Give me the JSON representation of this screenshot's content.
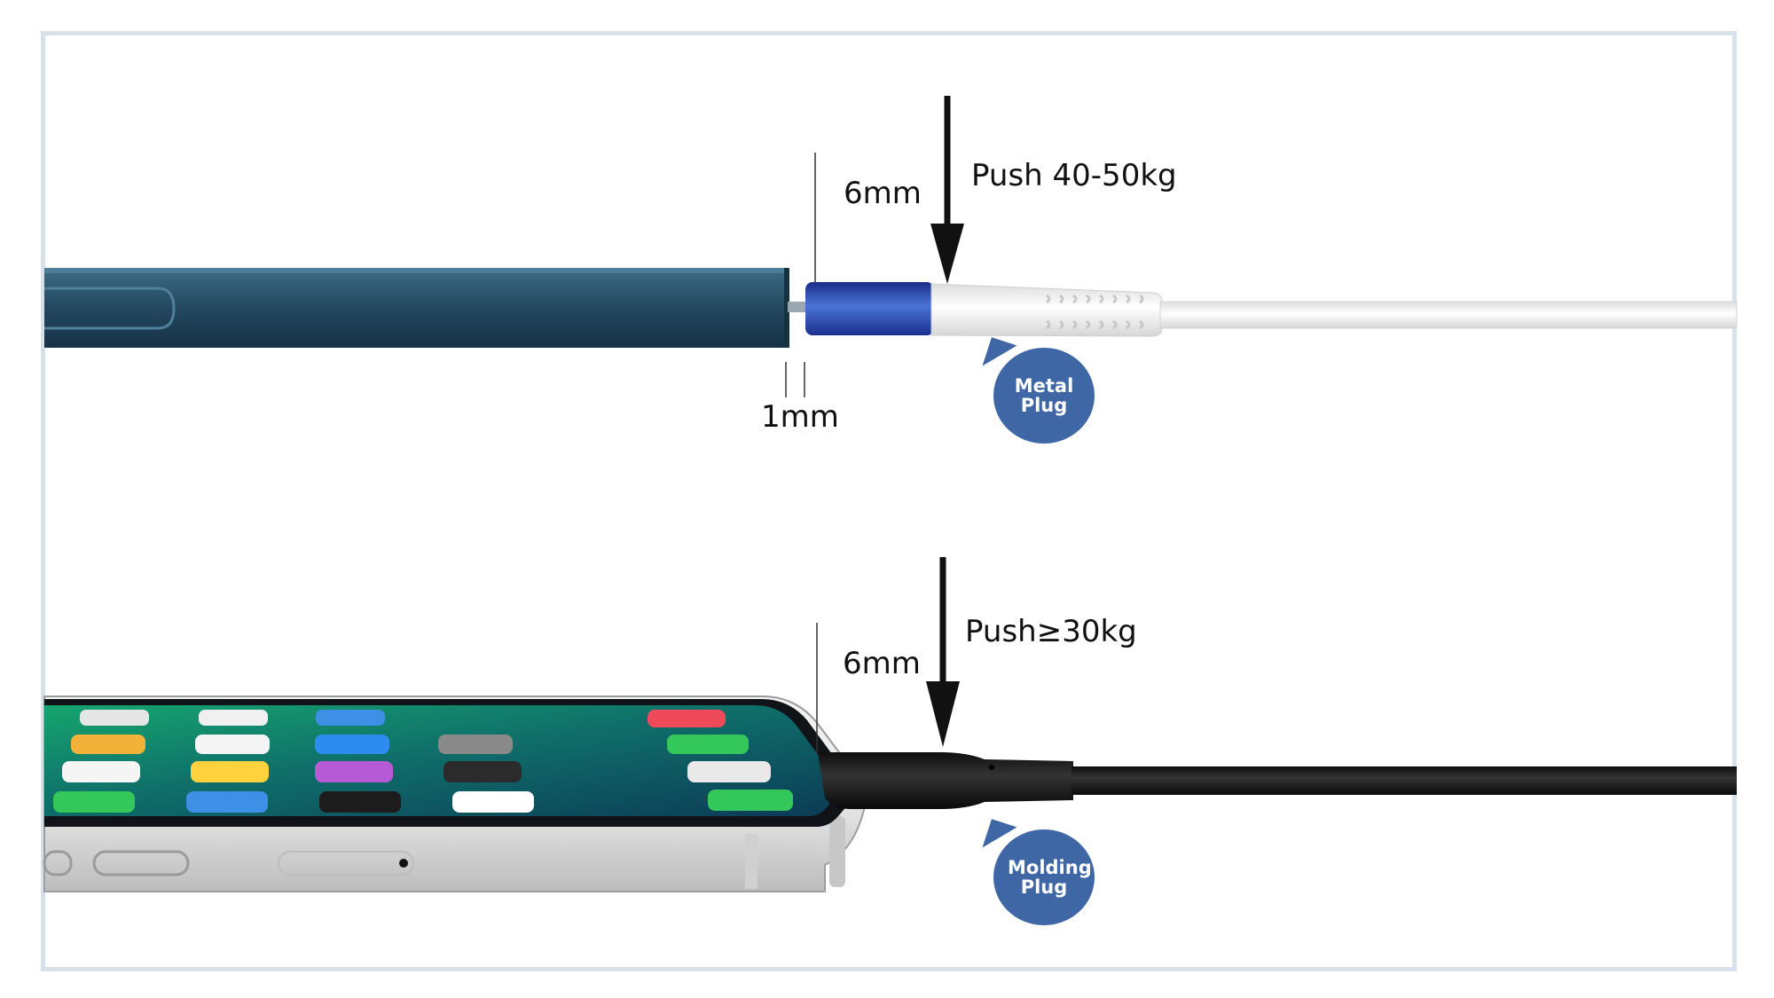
{
  "top": {
    "depth_label": "6mm",
    "gap_label": "1mm",
    "force_label": "Push 40-50kg",
    "plug_label": "Metal Plug",
    "plug_color": "#3f67a6",
    "connector_color": "#2a48a8",
    "device_color": "#23485f",
    "cable_color": "#f6f6f6"
  },
  "bottom": {
    "depth_label": "6mm",
    "force_label": "Push≥30kg",
    "plug_label": "Molding Plug",
    "plug_color": "#3f67a6",
    "cable_color": "#222222"
  },
  "colors": {
    "frame_border": "#d6e1ec",
    "arrow": "#111111"
  }
}
